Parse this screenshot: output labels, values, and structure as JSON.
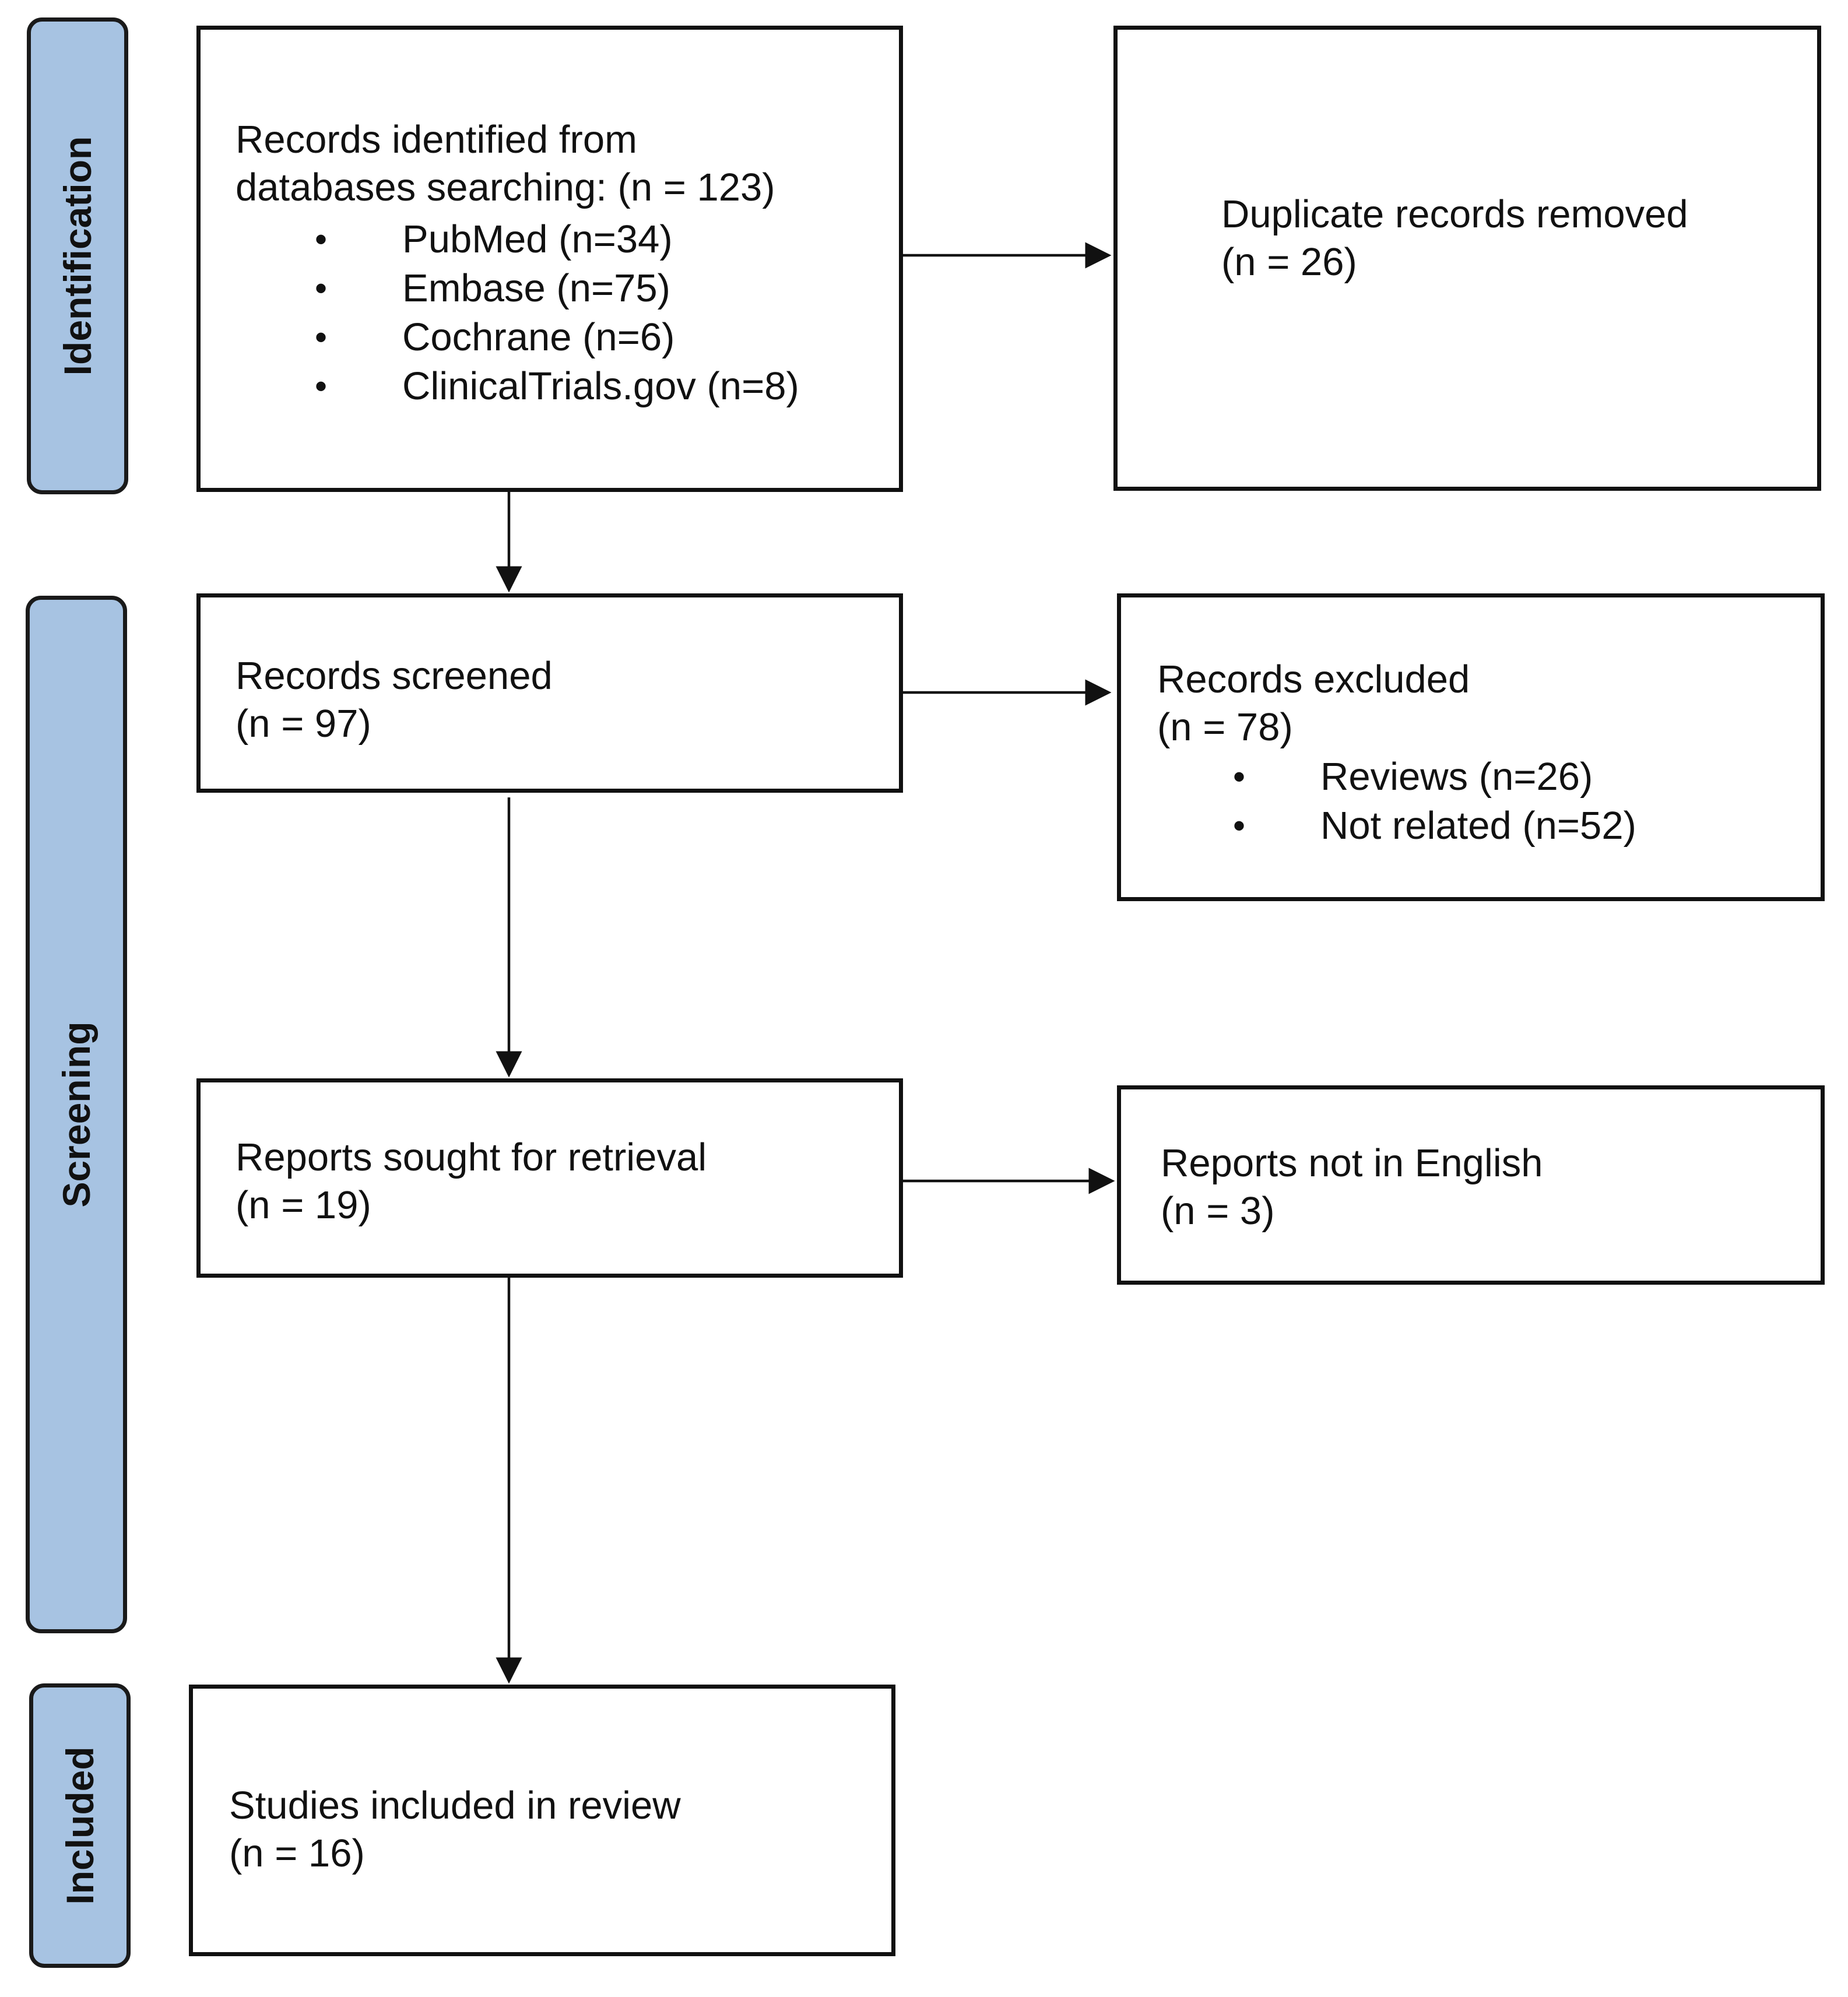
{
  "phases": {
    "identification": "Identification",
    "screening": "Screening",
    "included": "Included"
  },
  "boxes": {
    "records_identified": {
      "line1": "Records identified from",
      "line2": "databases searching: (n = 123)",
      "items": [
        "PubMed (n=34)",
        "Embase (n=75)",
        "Cochrane (n=6)",
        "ClinicalTrials.gov (n=8)"
      ]
    },
    "duplicates_removed": {
      "line1": "Duplicate records removed",
      "line2": "(n = 26)"
    },
    "records_screened": {
      "line1": "Records screened",
      "line2": "(n = 97)"
    },
    "records_excluded": {
      "line1": "Records excluded",
      "line2": "(n = 78)",
      "items": [
        "Reviews (n=26)",
        "Not related (n=52)"
      ]
    },
    "reports_sought": {
      "line1": "Reports sought for retrieval",
      "line2": "(n = 19)"
    },
    "reports_not_english": {
      "line1": "Reports not in English",
      "line2": "(n = 3)"
    },
    "studies_included": {
      "line1": "Studies included in review",
      "line2": "(n = 16)"
    }
  },
  "colors": {
    "phase_fill": "#a7c3e2",
    "border": "#111111"
  }
}
